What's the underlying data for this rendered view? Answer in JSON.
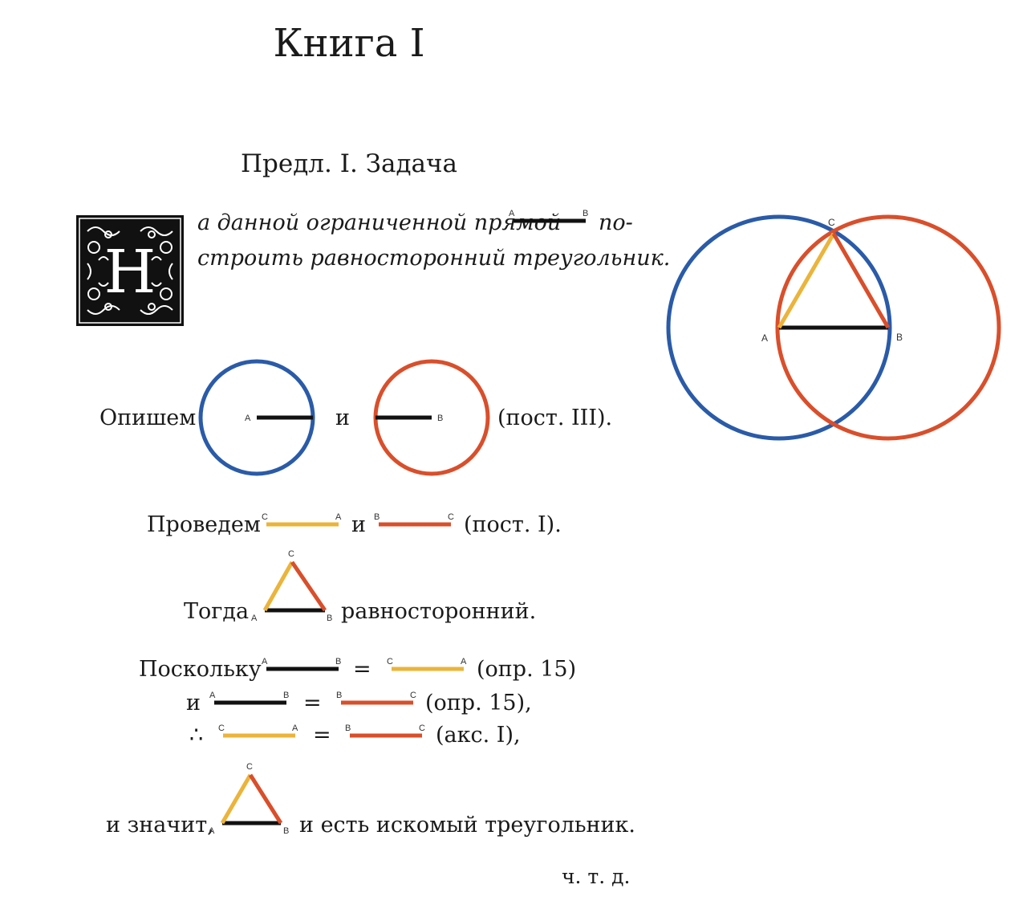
{
  "book_title": "Книга I",
  "proposition_title": "Предл. I. Задача",
  "drop_cap_letter": "Н",
  "intro": {
    "line1_before": "а данной ограниченной прямой",
    "line1_after": "по-",
    "line2": "строить равносторонний треугольник."
  },
  "step_describe": {
    "word": "Опишем",
    "conj": "и",
    "ref": "(пост. III)."
  },
  "step_draw": {
    "word": "Проведем",
    "conj": "и",
    "ref": "(пост. I)."
  },
  "step_then": {
    "word": "Тогда",
    "rest": "равносторонний."
  },
  "proof": {
    "line1_word": "Поскольку",
    "line1_ref": "(опр. 15)",
    "line2_word": "и",
    "line2_ref": "(опр. 15),",
    "line3_word": "∴",
    "line3_ref": "(акс. I),",
    "equals": "="
  },
  "conclusion": {
    "before": "и значит,",
    "after": "и есть искомый треугольник."
  },
  "qed": "ч. т. д.",
  "points": {
    "a": "A",
    "b": "B",
    "c": "C"
  },
  "colors": {
    "black": "#111111",
    "blue": "#2a5ba8",
    "red": "#d94f2b",
    "yellow": "#ebb43a"
  }
}
